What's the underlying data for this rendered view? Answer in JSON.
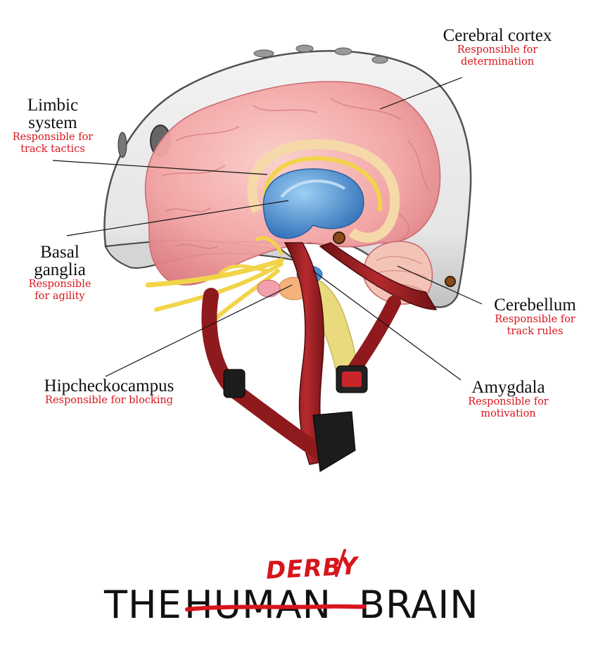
{
  "labels": {
    "cerebral_cortex": {
      "term": "Cerebral cortex",
      "desc_line1": "Responsible for",
      "desc_line2": "determination"
    },
    "limbic_system": {
      "term_line1": "Limbic",
      "term_line2": "system",
      "desc_line1": "Responsible for",
      "desc_line2": "track tactics"
    },
    "basal_ganglia": {
      "term_line1": "Basal",
      "term_line2": "ganglia",
      "desc_line1": "Responsible",
      "desc_line2": "for agility"
    },
    "cerebellum": {
      "term": "Cerebellum",
      "desc_line1": "Responsible for",
      "desc_line2": "track rules"
    },
    "hipcheckocampus": {
      "term": "Hipcheckocampus",
      "desc_line1": "Responsible for blocking"
    },
    "amygdala": {
      "term": "Amygdala",
      "desc_line1": "Responsible for",
      "desc_line2": "motivation"
    }
  },
  "title": {
    "word1": "THE",
    "struck_word": "HUMAN",
    "replacement_word": "DERBY",
    "word3": "BRAIN"
  },
  "colors": {
    "accent_red": "#d8151d",
    "text_dark": "#111111",
    "brain_pink": "#f4a3a3",
    "ventricle_blue": "#4a8fd6",
    "strap_red": "#8f1a1e",
    "nerve_yellow": "#f2d44a"
  }
}
